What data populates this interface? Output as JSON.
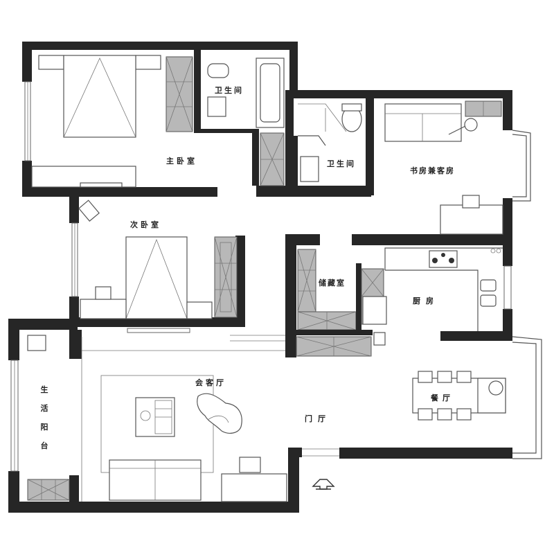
{
  "rooms": {
    "master_bedroom": "主卧室",
    "bathroom_1": "卫生间",
    "bathroom_2": "卫生间",
    "study_guest": "书房兼客房",
    "second_bedroom": "次卧室",
    "storage": "储藏室",
    "kitchen": "厨房",
    "living_room": "会客厅",
    "entrance": "门厅",
    "dining": "餐厅",
    "balcony": "生活阳台"
  },
  "icons": {
    "entrance_marker": "entrance-arrow-icon"
  }
}
